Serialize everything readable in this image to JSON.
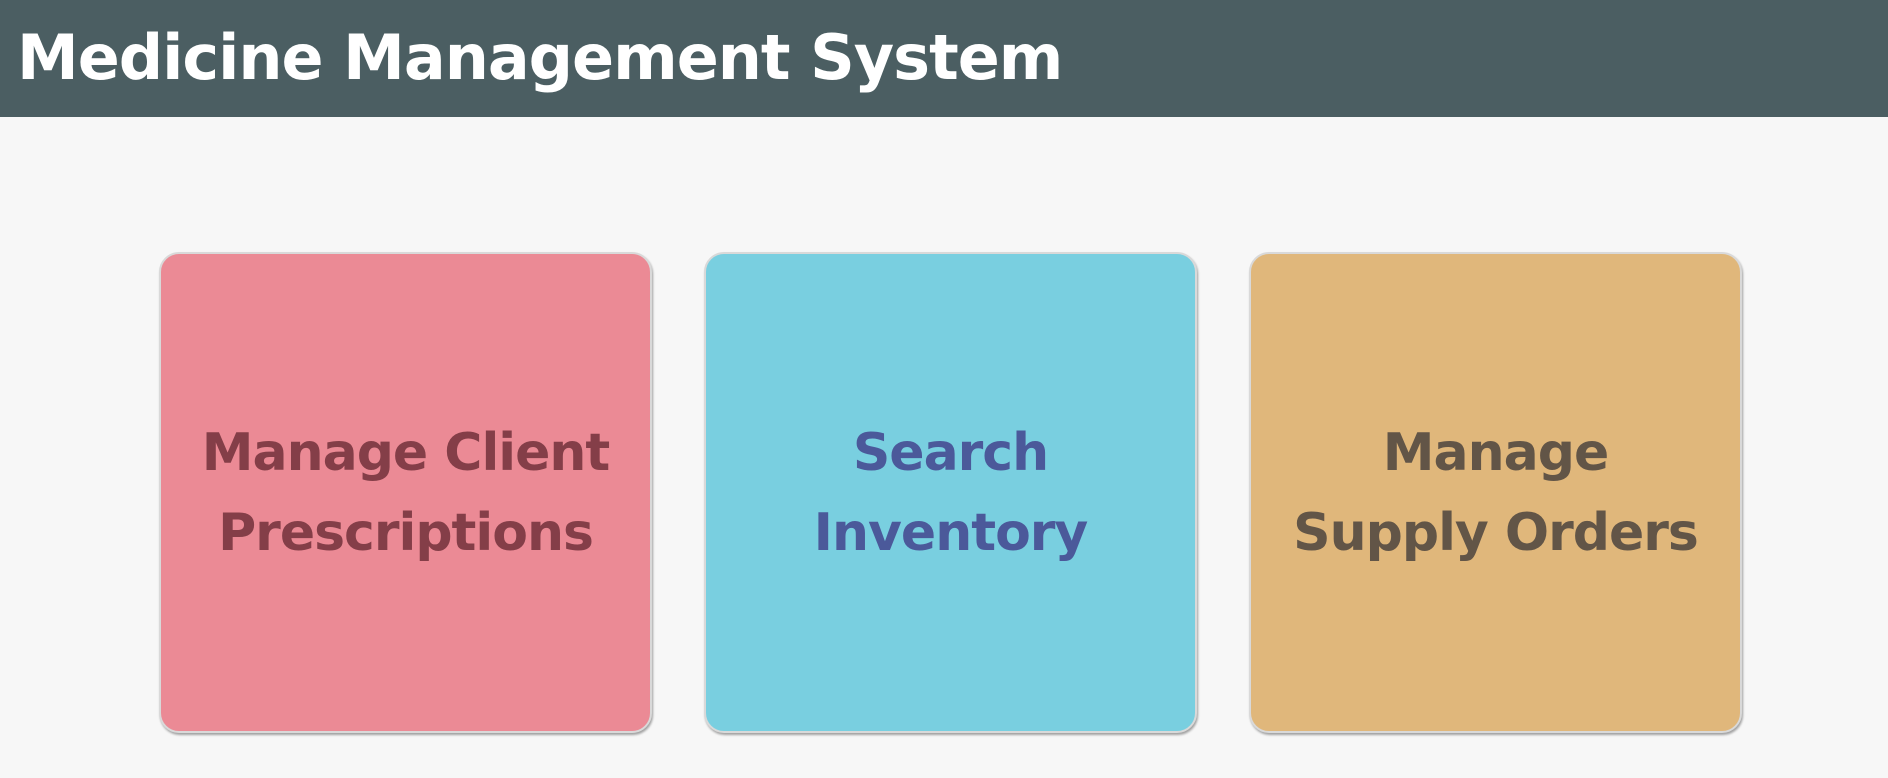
{
  "header": {
    "title": "Medicine Management System"
  },
  "tiles": [
    {
      "label_line1": "Manage Client",
      "label_line2": "Prescriptions",
      "background": "#eb8a95",
      "text_color": "#843e48"
    },
    {
      "label_line1": "Search",
      "label_line2": "Inventory",
      "background": "#79cfe0",
      "text_color": "#4b599a"
    },
    {
      "label_line1": "Manage",
      "label_line2": "Supply Orders",
      "background": "#e0b77b",
      "text_color": "#625547"
    }
  ],
  "colors": {
    "header_bg": "#4b5e62",
    "page_bg": "#f7f7f7"
  }
}
